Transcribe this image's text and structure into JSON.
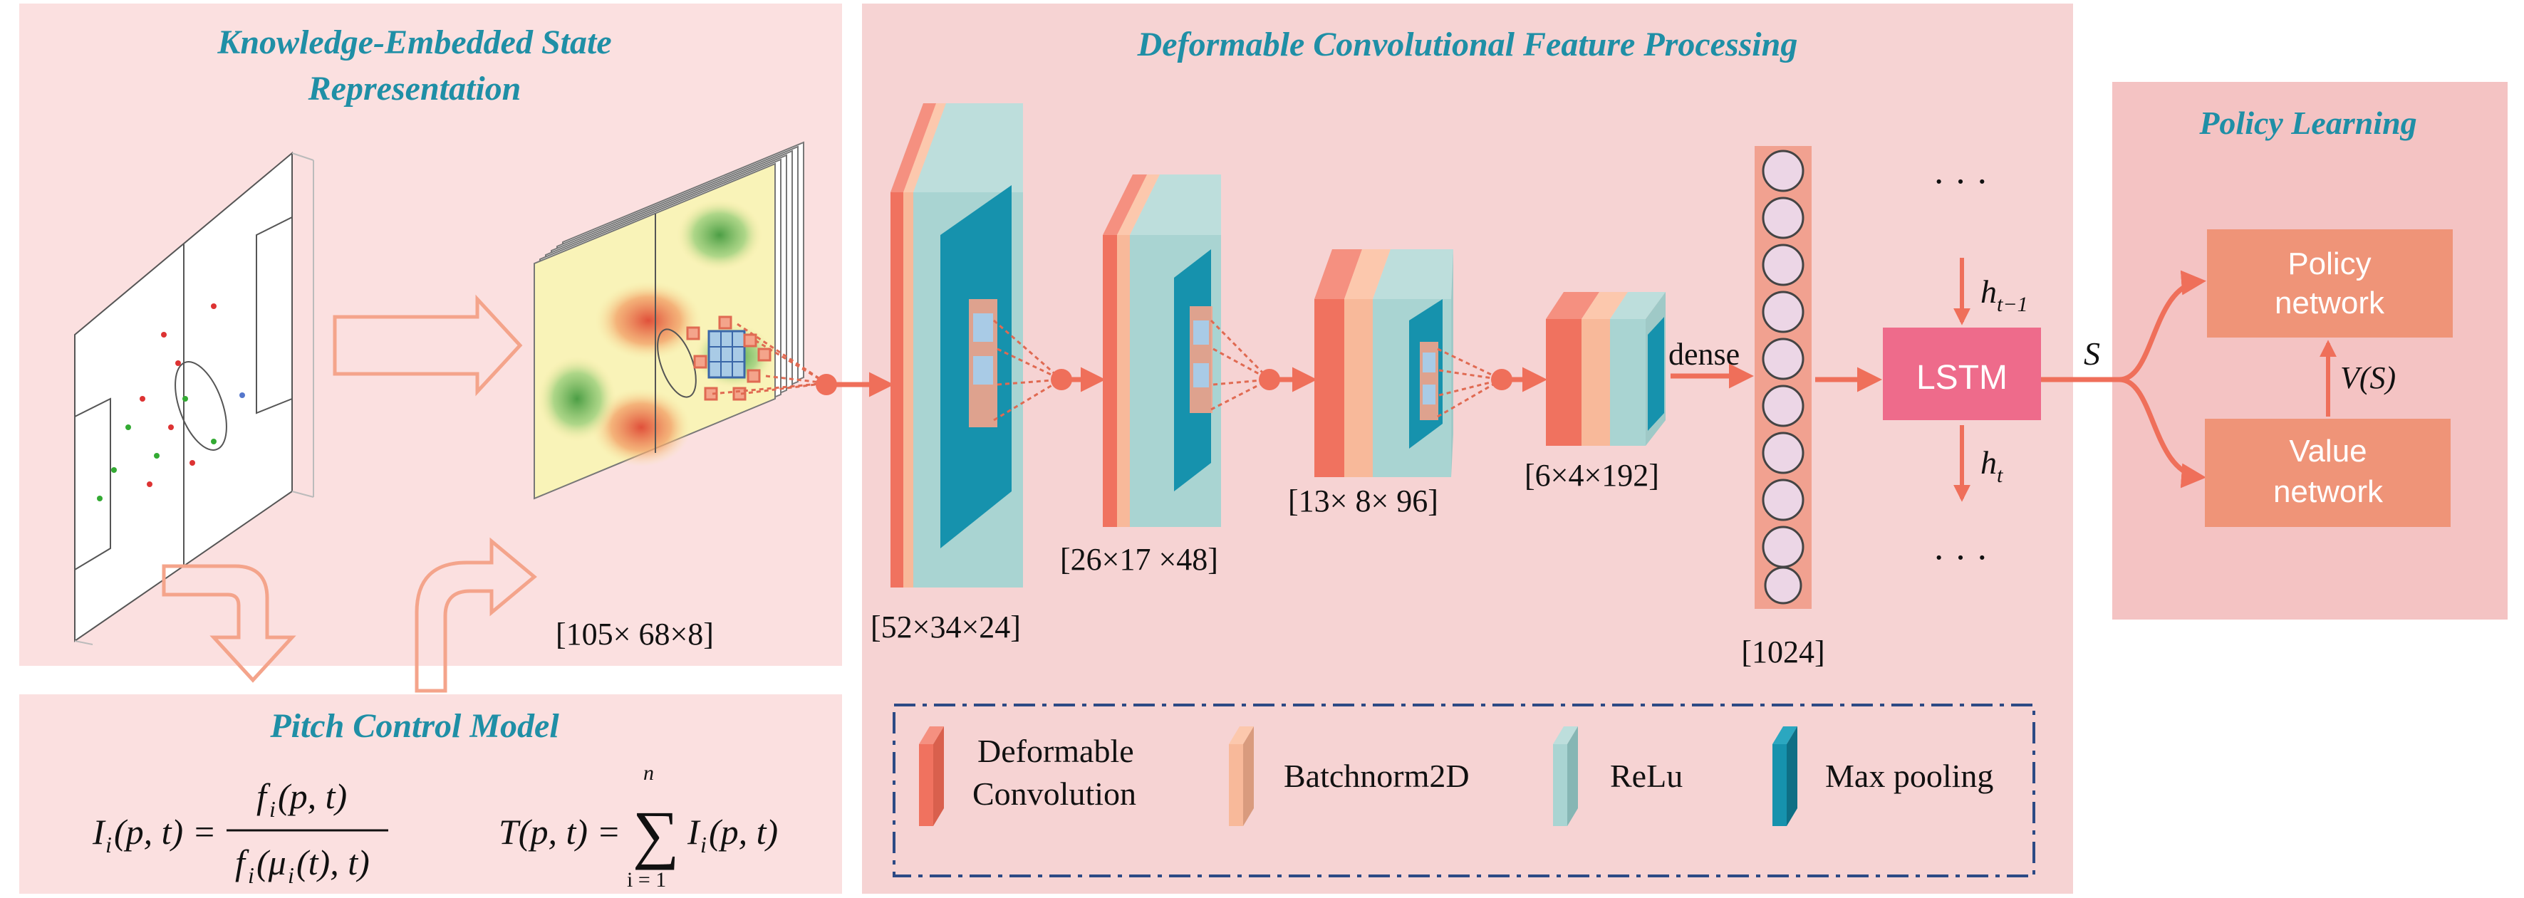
{
  "sections": {
    "state": {
      "title_line1": "Knowledge-Embedded State",
      "title_line2": "Representation"
    },
    "pitch": {
      "title": "Pitch Control Model"
    },
    "conv": {
      "title": "Deformable Convolutional Feature Processing"
    },
    "policy": {
      "title": "Policy Learning"
    }
  },
  "dims": {
    "input": "[105× 68×8]",
    "layer1": "[52×34×24]",
    "layer2": "[26×17 ×48]",
    "layer3": "[13× 8× 96]",
    "layer4": "[6×4×192]",
    "dense_vec": "[1024]"
  },
  "labels": {
    "dense": "dense",
    "lstm": "LSTM",
    "state_symbol": "S",
    "h_prev_base": "h",
    "h_prev_sub": "t−1",
    "h_t_base": "h",
    "h_t_sub": "t",
    "ellipsis": "· · ·",
    "value_fn": "V(S)"
  },
  "policy": {
    "policy_line1": "Policy",
    "policy_line2": "network",
    "value_line1": "Value",
    "value_line2": "network"
  },
  "formulas": {
    "f1_lhs": "I",
    "f1_lhs_sub": "i",
    "f1_lhs_args": "(p, t) =",
    "f1_num": "f",
    "f1_num_sub": "i",
    "f1_num_args": "(p, t)",
    "f1_den": "f",
    "f1_den_sub": "i",
    "f1_den_args": "(μ",
    "f1_den_args_sub": "i",
    "f1_den_args2": "(t), t)",
    "f2_lhs": "T(p, t) =",
    "f2_sigma": "∑",
    "f2_upper": "n",
    "f2_lower": "i = 1",
    "f2_term": "I",
    "f2_term_sub": "i",
    "f2_term_args": "(p, t)"
  },
  "legend": {
    "items": [
      {
        "line1": "Deformable",
        "line2": "Convolution"
      },
      {
        "line1": "Batchnorm2D",
        "line2": ""
      },
      {
        "line1": "ReLu",
        "line2": ""
      },
      {
        "line1": "Max pooling",
        "line2": ""
      }
    ]
  },
  "colors": {
    "deform_conv": "#f0725f",
    "batchnorm": "#f8b99a",
    "relu": "#a9d4d2",
    "maxpool": "#1692ad",
    "lstm": "#ee6b8b",
    "policy_box": "#ef9478",
    "arrow": "#ef6f5a",
    "title": "#1f8fa6"
  }
}
